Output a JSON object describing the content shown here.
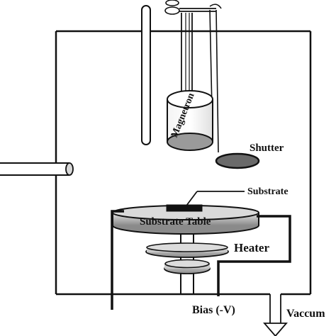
{
  "labels": {
    "magnetron": "Magnetron",
    "shutter": "Shutter",
    "substrate": "Substrate",
    "substrate_table": "Substrate Table",
    "heater": "Heater",
    "bias": "Bias (-V)",
    "vacuum": "Vaccum"
  },
  "colors": {
    "outline": "#111111",
    "metal_light": "#d4d4d4",
    "metal_mid": "#9a9a9a",
    "metal_dark": "#6a6a6a",
    "background": "#ffffff"
  }
}
